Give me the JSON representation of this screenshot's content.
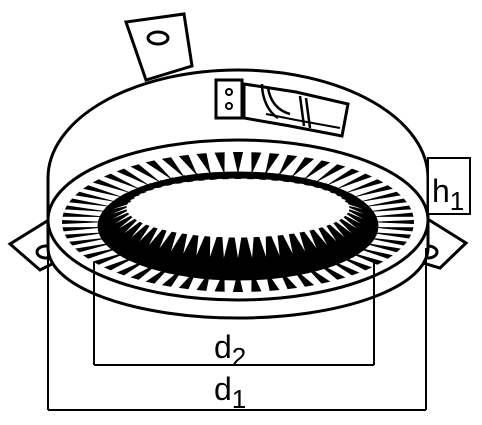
{
  "labels": {
    "height": {
      "main": "h",
      "sub": "1"
    },
    "inner_diameter": {
      "main": "d",
      "sub": "2"
    },
    "outer_diameter": {
      "main": "d",
      "sub": "1"
    }
  },
  "colors": {
    "line": "#000000",
    "fill": "#ffffff"
  },
  "teeth": {
    "outer_count": 60,
    "inner_count": 56
  }
}
